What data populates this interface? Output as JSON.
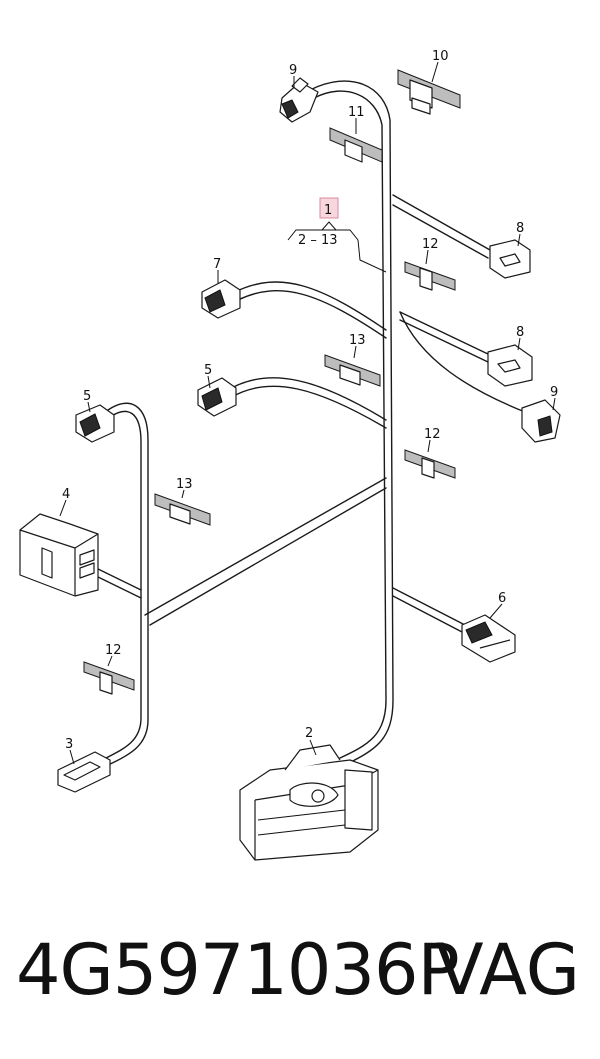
{
  "diagram": {
    "callouts": {
      "c1": "1",
      "c2_13": "2 – 13",
      "c2": "2",
      "c3": "3",
      "c4": "4",
      "c5a": "5",
      "c5b": "5",
      "c6": "6",
      "c7": "7",
      "c8a": "8",
      "c8b": "8",
      "c9a": "9",
      "c9b": "9",
      "c10": "10",
      "c11": "11",
      "c12a": "12",
      "c12b": "12",
      "c12c": "12",
      "c13a": "13",
      "c13b": "13"
    },
    "colors": {
      "highlight_fill": "#f7d6de",
      "highlight_stroke": "#d98ba0",
      "line": "#1a1a1a"
    }
  },
  "footer": {
    "part_number": "4G5971036P",
    "brand": "VAG"
  }
}
